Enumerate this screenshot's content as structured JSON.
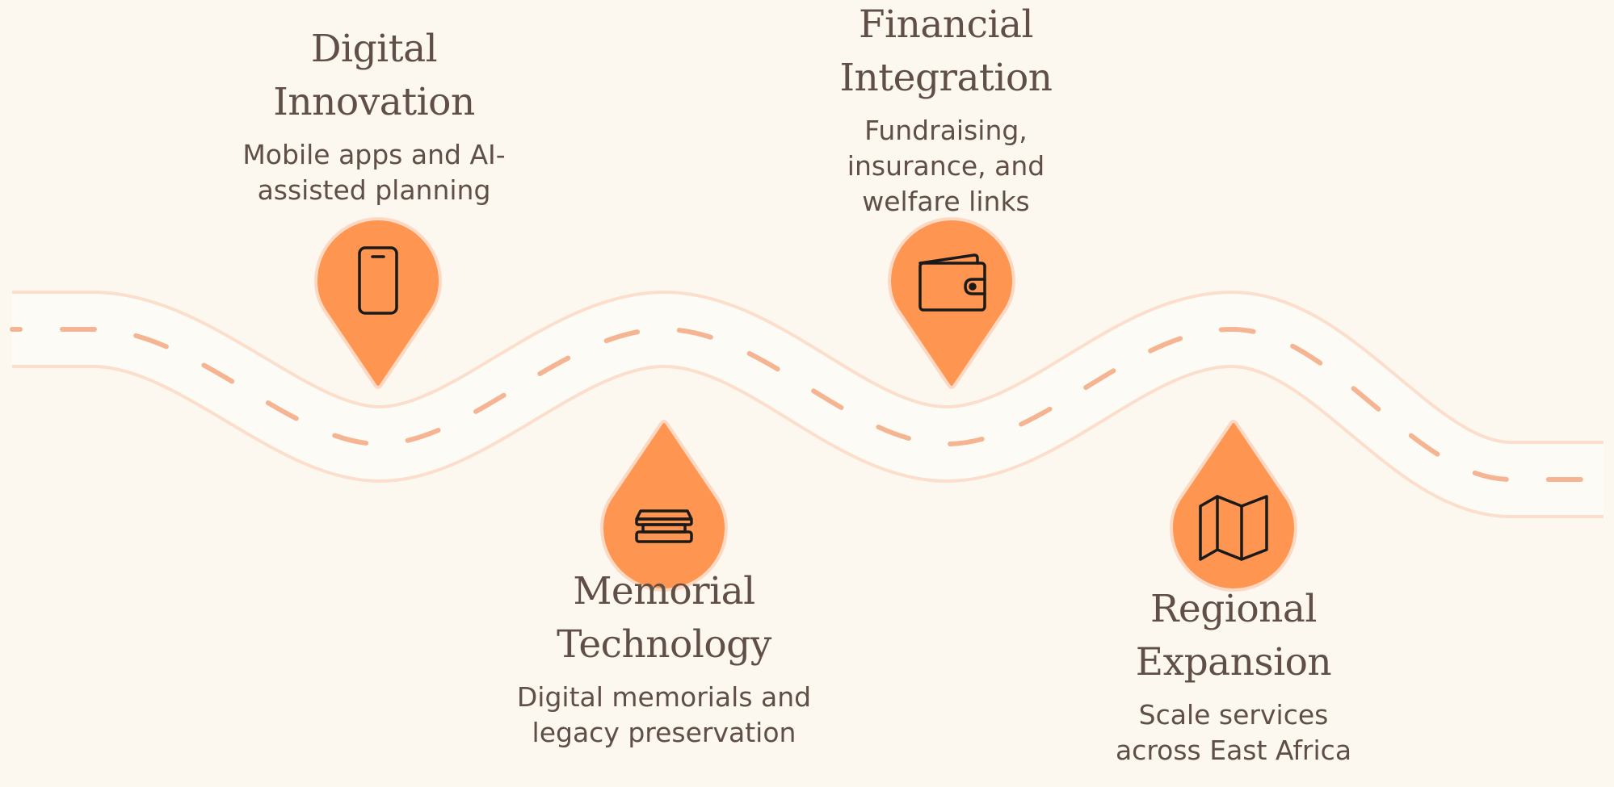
{
  "colors": {
    "background": "#fcf8ef",
    "road_fill": "#fdfbf5",
    "road_edge": "#fbdfcc",
    "lane_dash": "#f6b592",
    "pin_fill": "#fe9550",
    "pin_outline": "#fdd9c4",
    "icon_stroke": "#1a1a1a",
    "text": "#5f4f47"
  },
  "milestones": [
    {
      "title": "Digital Innovation",
      "description": "Mobile apps and AI-assisted planning",
      "icon": "smartphone-icon"
    },
    {
      "title": "Memorial Technology",
      "description": "Digital memorials and legacy preservation",
      "icon": "archive-box-icon"
    },
    {
      "title": "Financial Integration",
      "description": "Fundraising, insurance, and welfare links",
      "icon": "wallet-icon"
    },
    {
      "title": "Regional Expansion",
      "description": "Scale services across East Africa",
      "icon": "map-icon"
    }
  ]
}
